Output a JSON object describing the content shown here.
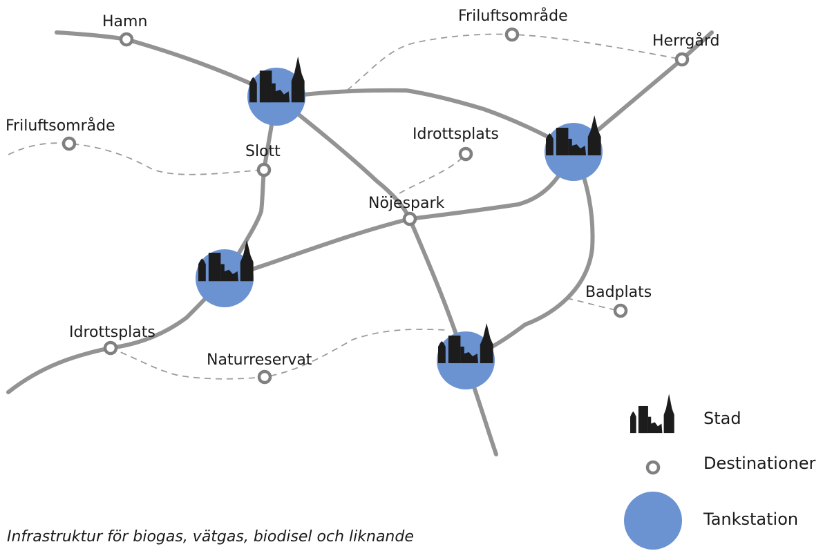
{
  "destinations": {
    "hamn": "Hamn",
    "friluftsomrade_top": "Friluftsområde",
    "herrgard": "Herrgård",
    "friluftsomrade_left": "Friluftsområde",
    "slott": "Slott",
    "idrottsplats_center": "Idrottsplats",
    "nojespark": "Nöjespark",
    "badplats": "Badplats",
    "idrottsplats_left": "Idrottsplats",
    "naturreservat": "Naturreservat"
  },
  "legend": {
    "city": "Stad",
    "destinations": "Destinationer",
    "station": "Tankstation"
  },
  "caption": "Infrastruktur för biogas, vätgas, biodisel och liknande",
  "colors": {
    "station": "#6b93d1",
    "road": "#939393",
    "trail": "#9a9a9a",
    "city": "#1c1c1c",
    "destination_ring": "#808080"
  },
  "icons": {
    "city": "city-skyline-icon",
    "destination": "destination-ring-icon",
    "station": "station-circle-icon"
  }
}
